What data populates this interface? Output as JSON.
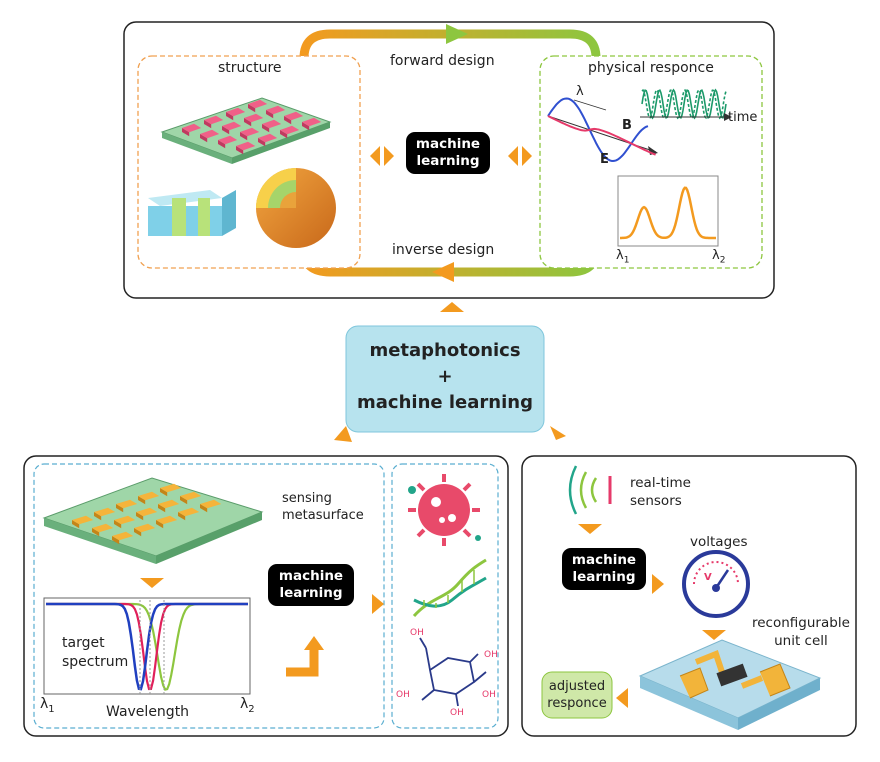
{
  "top_panel": {
    "forward_design": "forward design",
    "inverse_design": "inverse design",
    "structure": "structure",
    "physical_response": "physical responce",
    "ml_line1": "machine",
    "ml_line2": "learning",
    "wave_lambda": "λ",
    "wave_B": "B",
    "wave_E": "E",
    "time": "time",
    "spectrum_l1": "λ",
    "spectrum_l1_sub": "1",
    "spectrum_l2": "λ",
    "spectrum_l2_sub": "2"
  },
  "center": {
    "line1": "metaphotonics",
    "line2": "+",
    "line3": "machine learning"
  },
  "bottom_left": {
    "sensing_line1": "sensing",
    "sensing_line2": "metasurface",
    "target_line1": "target",
    "target_line2": "spectrum",
    "xlabel": "Wavelength",
    "l1": "λ",
    "l1_sub": "1",
    "l2": "λ",
    "l2_sub": "2",
    "ml_line1": "machine",
    "ml_line2": "learning",
    "oh": "OH"
  },
  "bottom_right": {
    "sensors_line1": "real-time",
    "sensors_line2": "sensors",
    "ml_line1": "machine",
    "ml_line2": "learning",
    "voltages": "voltages",
    "gauge_v": "V",
    "reconf_line1": "reconfigurable",
    "reconf_line2": "unit cell",
    "adjusted_line1": "adjusted",
    "adjusted_line2": "responce"
  },
  "colors": {
    "orange": "#f39a1f",
    "green": "#8dc63f",
    "teal_panel": "#b7e3ee",
    "black_box": "#000000",
    "dashed_blue": "#5aaed0",
    "dashed_orange": "#f0a050",
    "dashed_green": "#8dc63f",
    "pink": "#e63a6a",
    "spectrum_blue": "#2040c0",
    "spectrum_red": "#e0205a",
    "spectrum_green": "#8dc63f"
  }
}
